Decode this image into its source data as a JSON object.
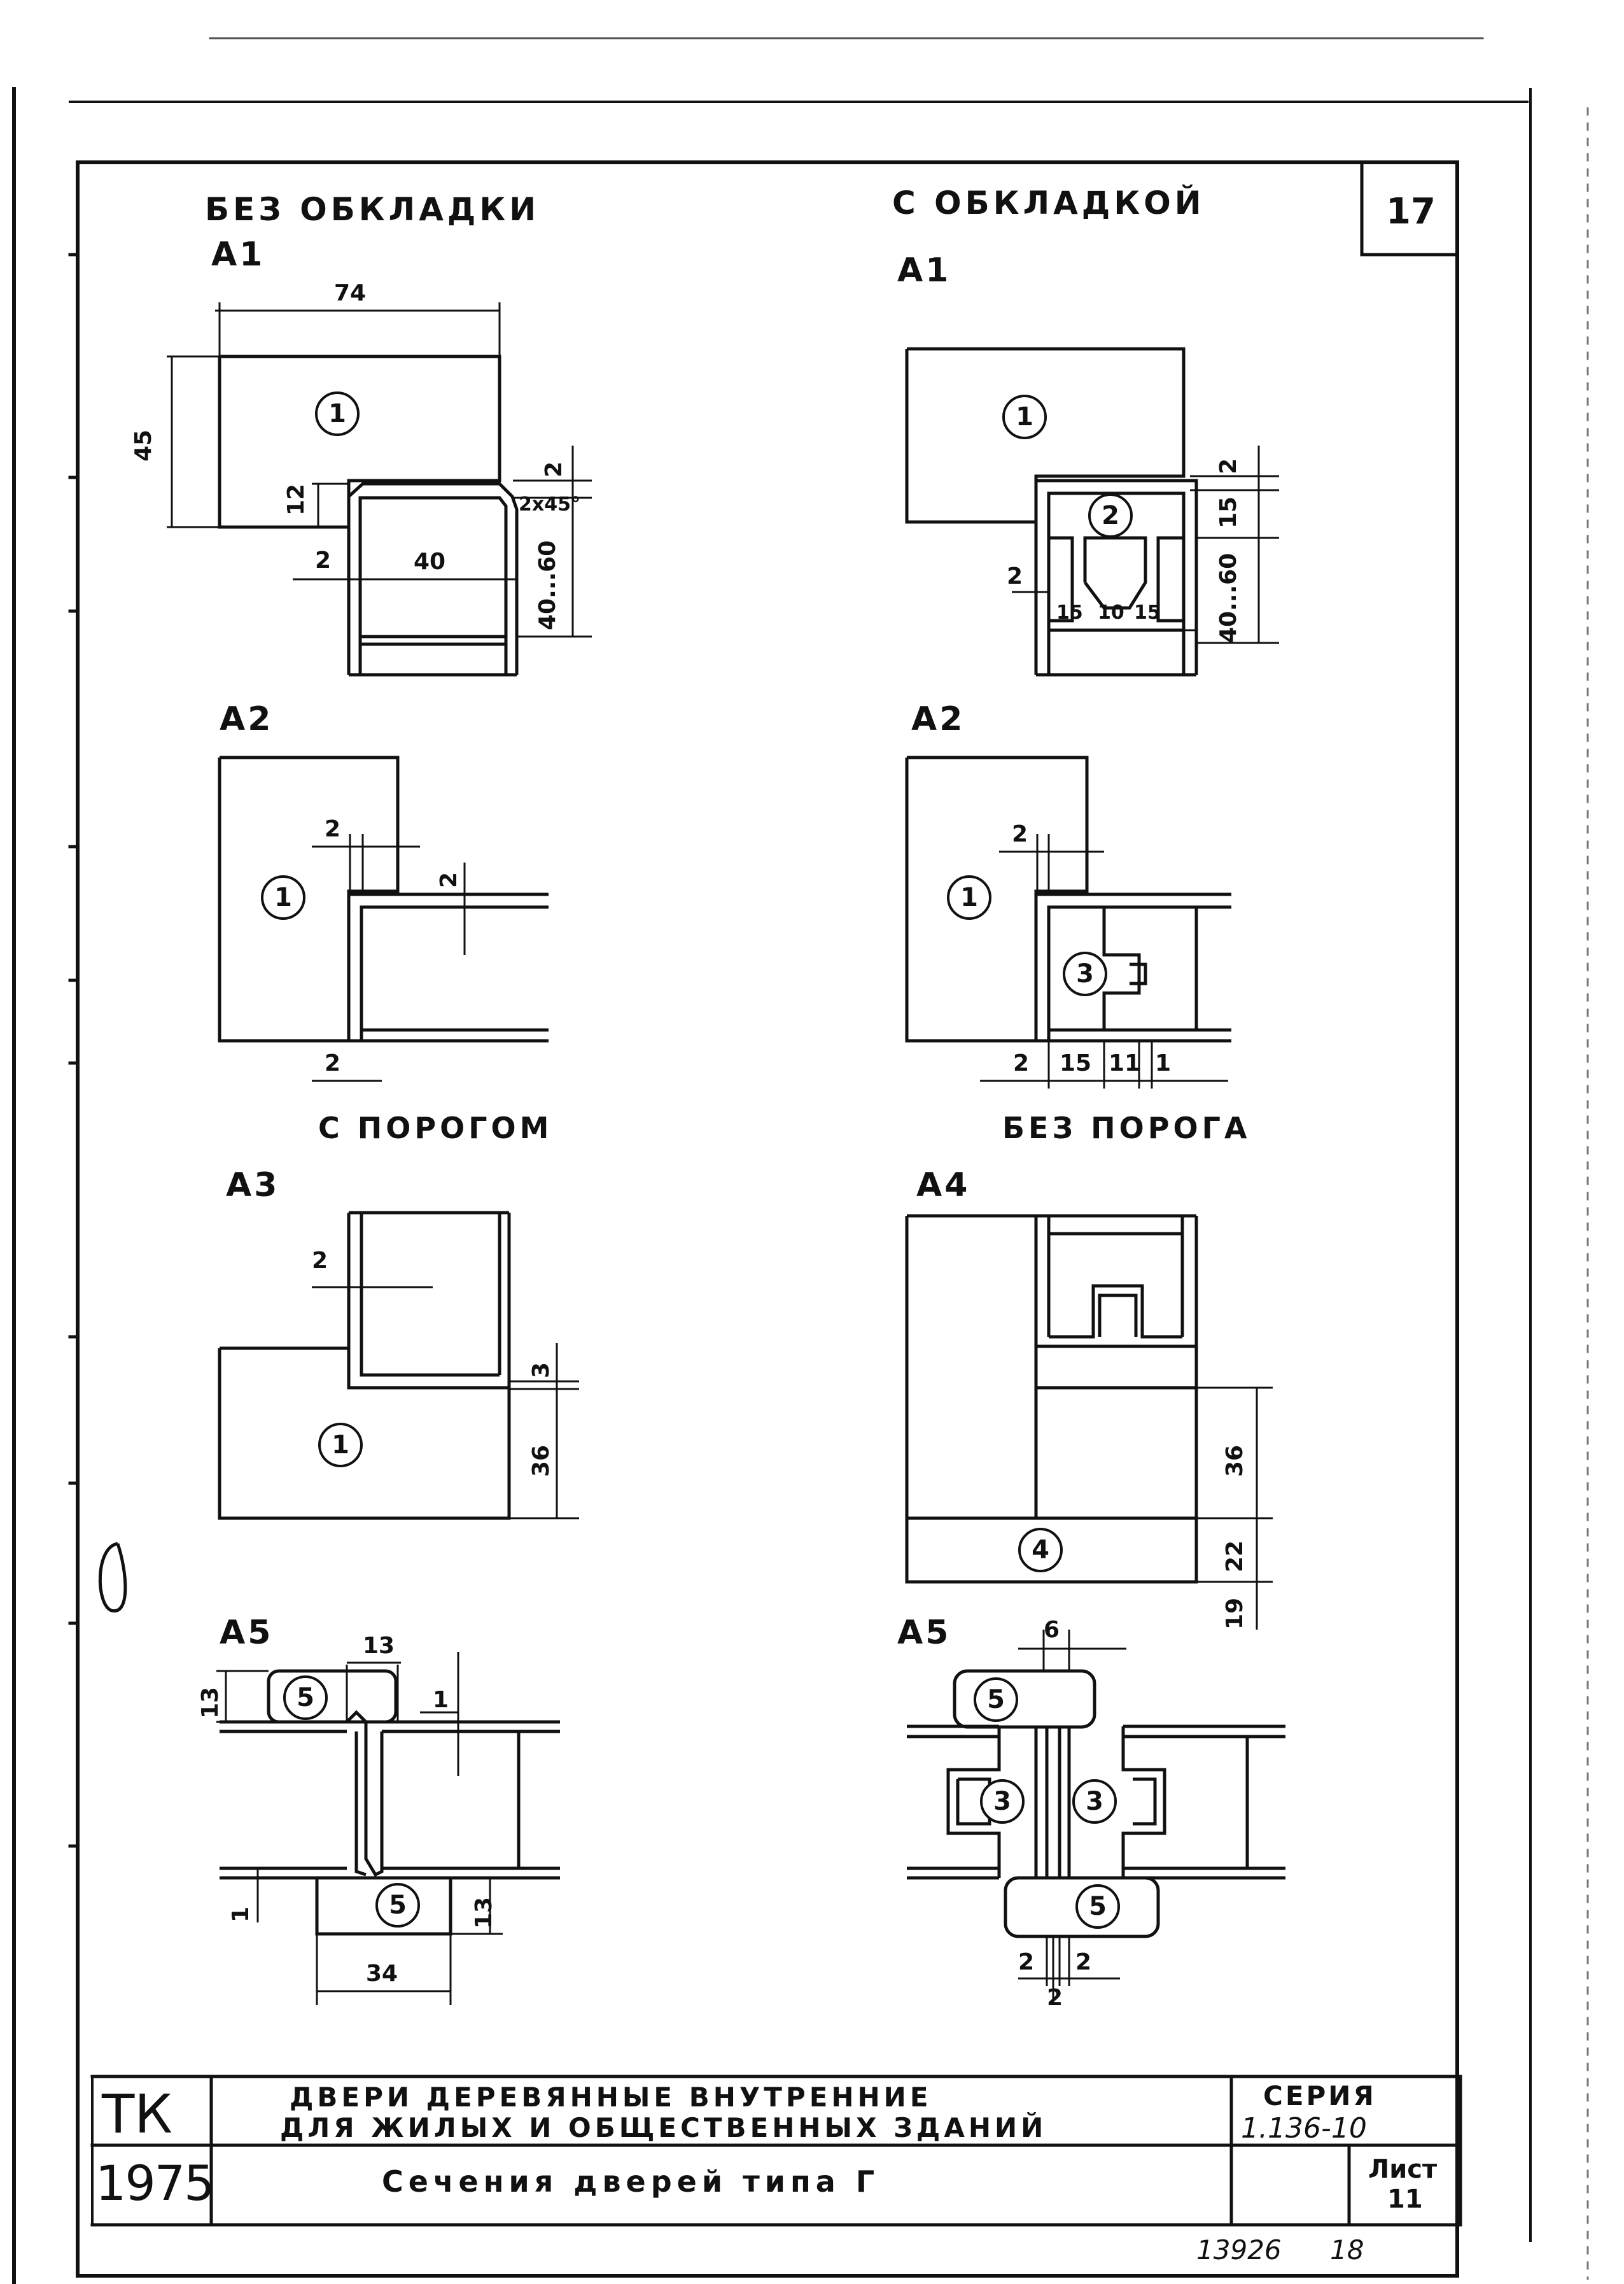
{
  "sheet_number": "17",
  "headings": {
    "left": "БЕЗ ОБКЛАДКИ",
    "right": "С ОБКЛАДКОЙ",
    "threshold": "С ПОРОГОМ",
    "no_threshold": "БЕЗ ПОРОГА"
  },
  "sections": {
    "a1_left": "А1",
    "a1_right": "А1",
    "a2_left": "А2",
    "a2_right": "А2",
    "a3": "А3",
    "a4": "А4",
    "a5_left": "А5",
    "a5_right": "А5"
  },
  "dimensions": {
    "a1l": {
      "w74": "74",
      "h45": "45",
      "d12": "12",
      "d2a": "2",
      "d40": "40",
      "d2b": "2",
      "chamfer": "2х45°",
      "range": "40...60"
    },
    "a1r": {
      "d2a": "2",
      "d15": "15",
      "range": "40...60",
      "d2b": "2",
      "d15a": "15",
      "d10": "10",
      "d15b": "15"
    },
    "a2l": {
      "d2a": "2",
      "d2b": "2",
      "d2c": "2"
    },
    "a2r": {
      "d2a": "2",
      "d2b": "2",
      "d15": "15",
      "d11": "11",
      "d1": "1"
    },
    "a3": {
      "d2": "2",
      "d3": "3",
      "d36": "36"
    },
    "a4": {
      "d36": "36",
      "d22": "22",
      "d19": "19"
    },
    "a5l": {
      "d13a": "13",
      "d13b": "13",
      "d1a": "1",
      "d1b": "1",
      "d13c": "13",
      "d34": "34"
    },
    "a5r": {
      "d6": "6",
      "d2a": "2",
      "d2b": "2",
      "d2c": "2"
    }
  },
  "parts": {
    "a1l": "1",
    "a1r_1": "1",
    "a1r_2": "2",
    "a2l": "1",
    "a2r_1": "1",
    "a2r_3": "3",
    "a3": "1",
    "a4": "4",
    "a5l_top": "5",
    "a5l_bottom": "5",
    "a5r_top": "5",
    "a5r_left3": "3",
    "a5r_right3": "3",
    "a5r_bottom": "5"
  },
  "title_block": {
    "org": "ТК",
    "year": "1975",
    "title_line1": "ДВЕРИ ДЕРЕВЯННЫЕ ВНУТРЕННИЕ",
    "title_line2": "ДЛЯ ЖИЛЫХ И ОБЩЕСТВЕННЫХ ЗДАНИЙ",
    "subtitle": "Сечения дверей типа Г",
    "series_label": "СЕРИЯ",
    "series_value": "1.136-10",
    "sheet_label": "Лист",
    "sheet_value": "11"
  },
  "footer": {
    "inventory": "13926",
    "page": "18"
  }
}
